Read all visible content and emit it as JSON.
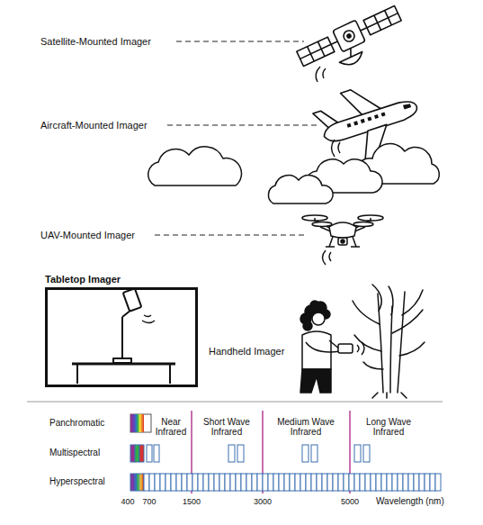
{
  "diagram": {
    "nodes": [
      {
        "text": [
          "Tabletop Imager"
        ]
      }
    ],
    "labels": [
      "Satellite-Mounted Imager",
      "Aircraft-Mounted Imager",
      "UAV-Mounted Imager",
      "Handheld Imager",
      "Panchromatic",
      "Multispectral",
      "Hyperspectral",
      "Near Infrared",
      "Short Wave Infrared",
      "Medium Wave Infrared",
      "Long Wave Infrared",
      "400",
      "700",
      "1500",
      "3000",
      "5000",
      "Wavelength (nm)"
    ]
  }
}
